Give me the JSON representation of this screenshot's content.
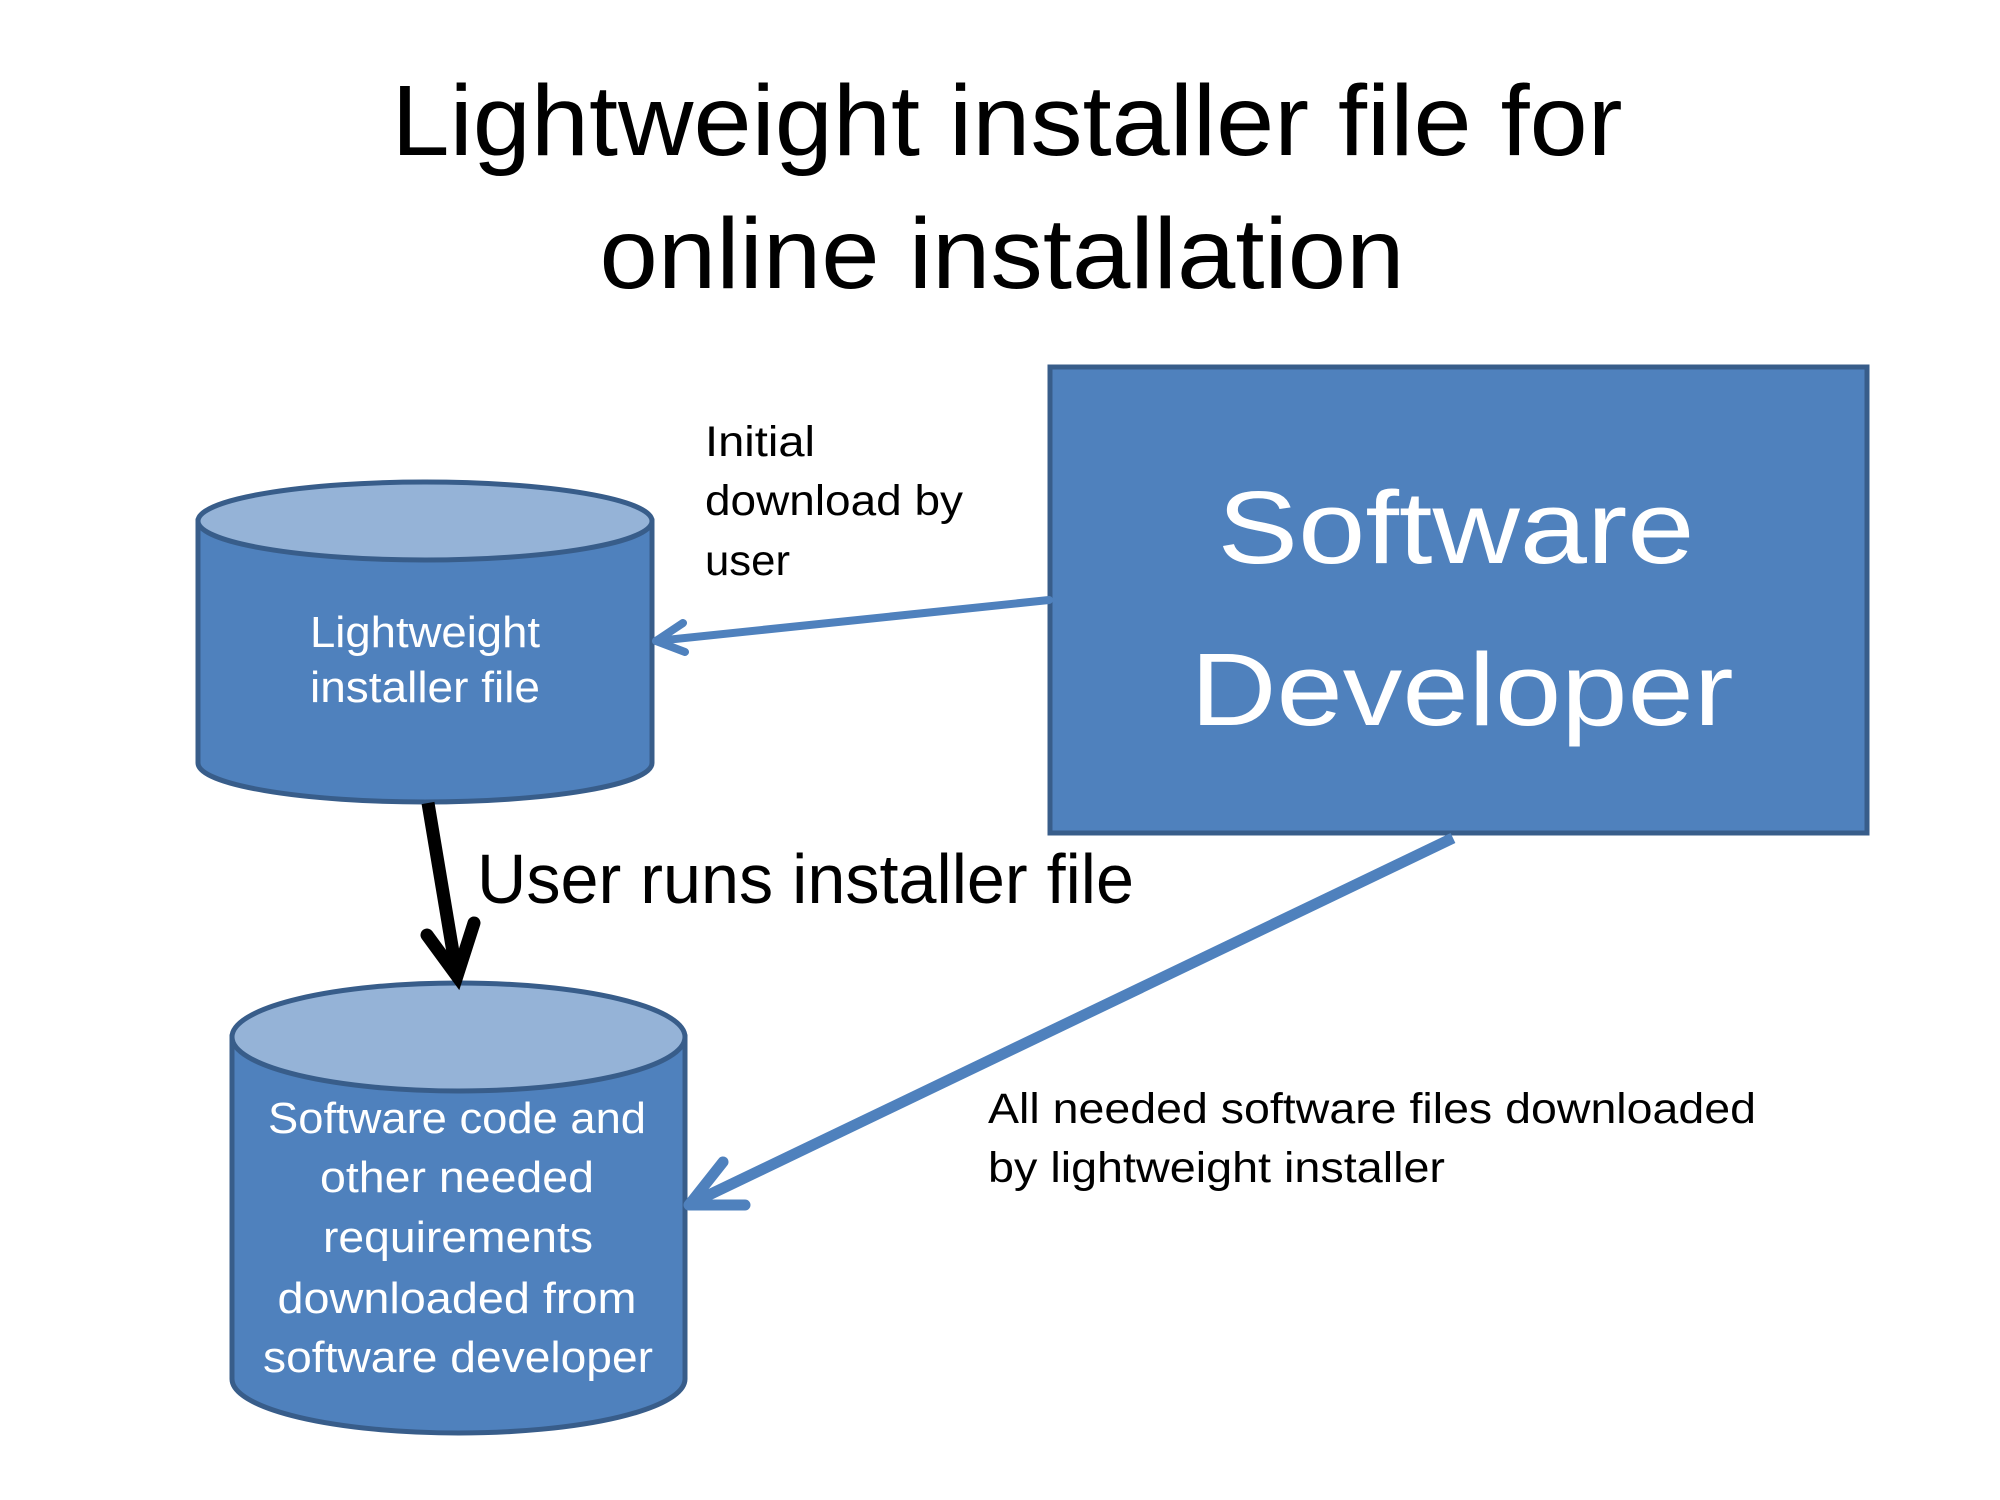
{
  "title": {
    "lines": [
      "Lightweight installer file for",
      "online installation"
    ]
  },
  "colors": {
    "shape_fill": "#4F81BD",
    "shape_top_fill": "#95B3D7",
    "shape_outline": "#385D8A",
    "connector_blue": "#4F81BD",
    "connector_black": "#000000",
    "text_dark": "#000000",
    "text_light": "#ffffff"
  },
  "nodes": {
    "developer": {
      "shape": "rectangle",
      "lines": [
        "Software",
        "Developer"
      ]
    },
    "installer_file": {
      "shape": "cylinder",
      "lines": [
        "Lightweight",
        "installer file"
      ]
    },
    "downloaded_software": {
      "shape": "cylinder",
      "lines": [
        "Software code and",
        "other needed",
        "requirements",
        "downloaded from",
        "software developer"
      ]
    }
  },
  "edges": [
    {
      "from": "developer",
      "to": "installer_file",
      "color": "blue",
      "label_lines": [
        "Initial",
        "download by",
        "user"
      ]
    },
    {
      "from": "installer_file",
      "to": "downloaded_software",
      "color": "black",
      "label_lines": [
        "User runs installer file"
      ]
    },
    {
      "from": "developer",
      "to": "downloaded_software",
      "color": "blue",
      "label_lines": [
        "All needed software files downloaded",
        "by lightweight installer"
      ]
    }
  ]
}
